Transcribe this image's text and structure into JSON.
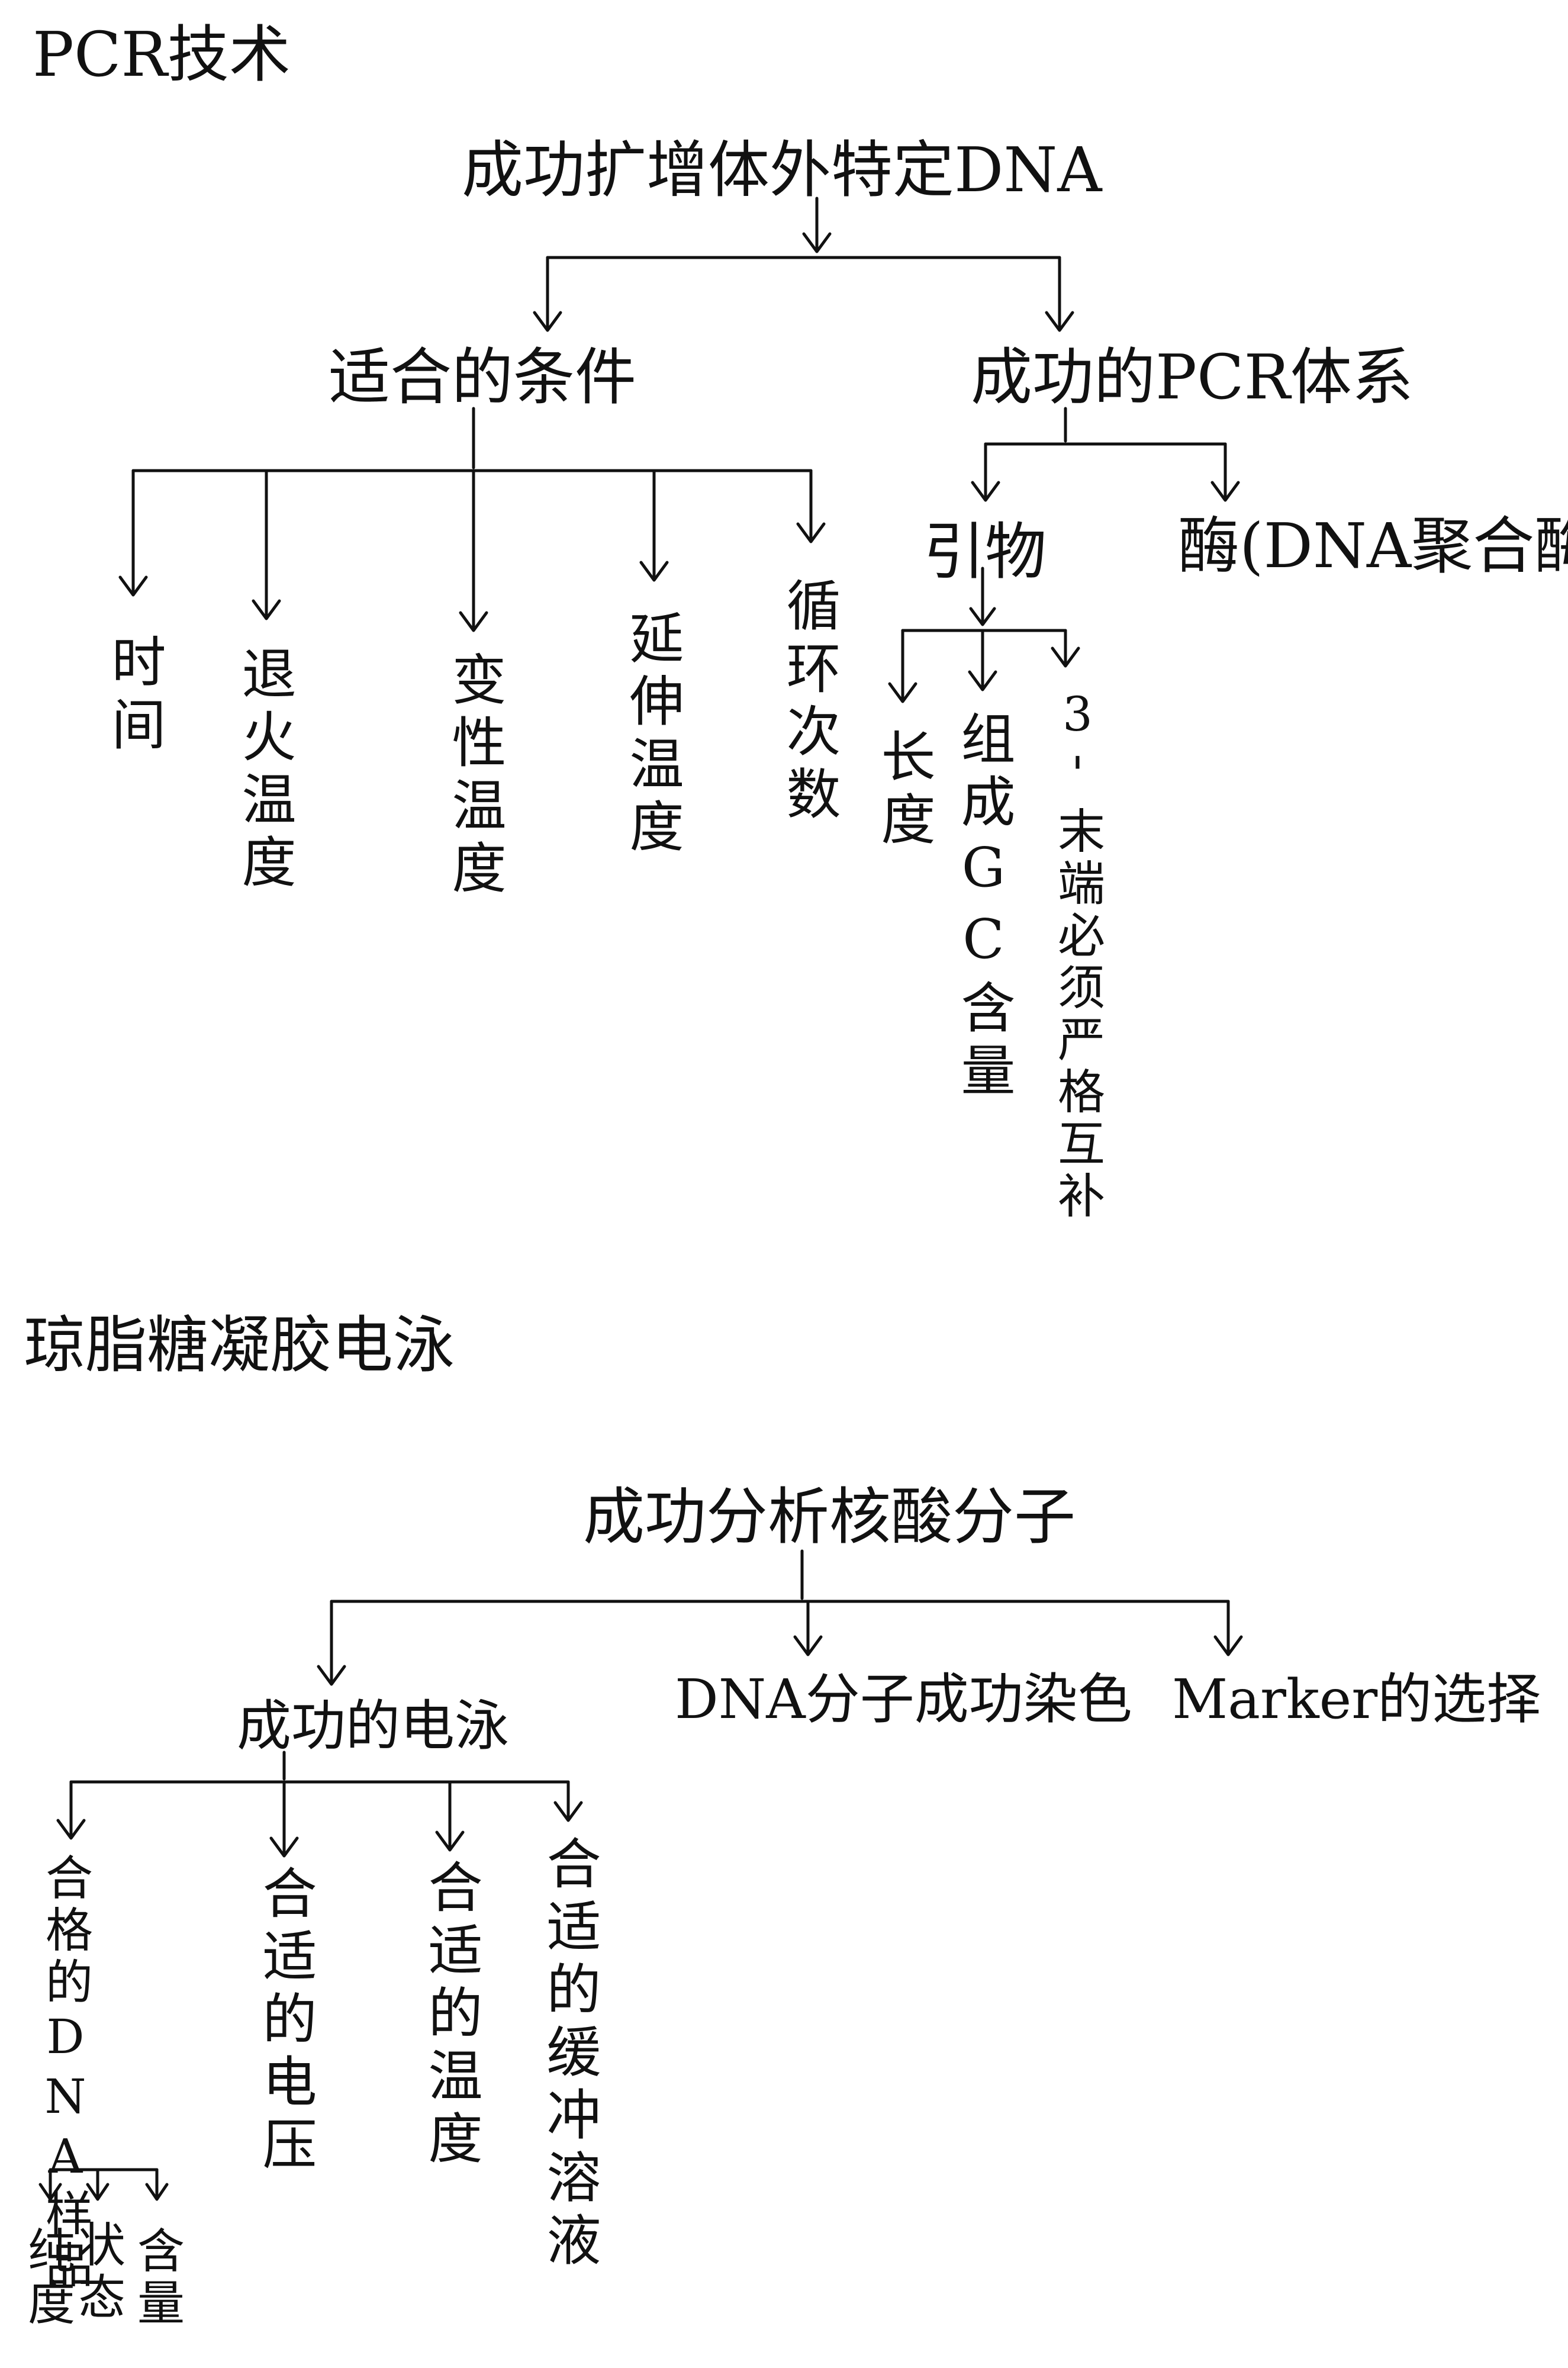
{
  "pcr": {
    "title": "PCR技术",
    "root": "成功扩增体外特定DNA",
    "conditions": {
      "label": "适合的条件",
      "items": [
        "时间",
        "退火温度",
        "变性温度",
        "延伸温度",
        "循环次数"
      ]
    },
    "system": {
      "label": "成功的PCR体系",
      "primer": {
        "label": "引物",
        "items": [
          "长度",
          "组成GC含量",
          "3'末端必须严格互补"
        ]
      },
      "enzyme": "酶(DNA聚合酶)"
    }
  },
  "gel": {
    "title": "琼脂糖凝胶电泳",
    "root": "成功分析核酸分子",
    "branches": {
      "electrophoresis": "成功的电泳",
      "staining": "DNA分子成功染色",
      "marker": "Marker的选择"
    },
    "electrophoresis_items": {
      "sample": {
        "label": "合格的DNA样品",
        "items": [
          "纯度",
          "状态",
          "含量"
        ]
      },
      "voltage": "合适的电压",
      "temperature": "合适的温度",
      "buffer": "合适的缓冲溶液"
    }
  }
}
